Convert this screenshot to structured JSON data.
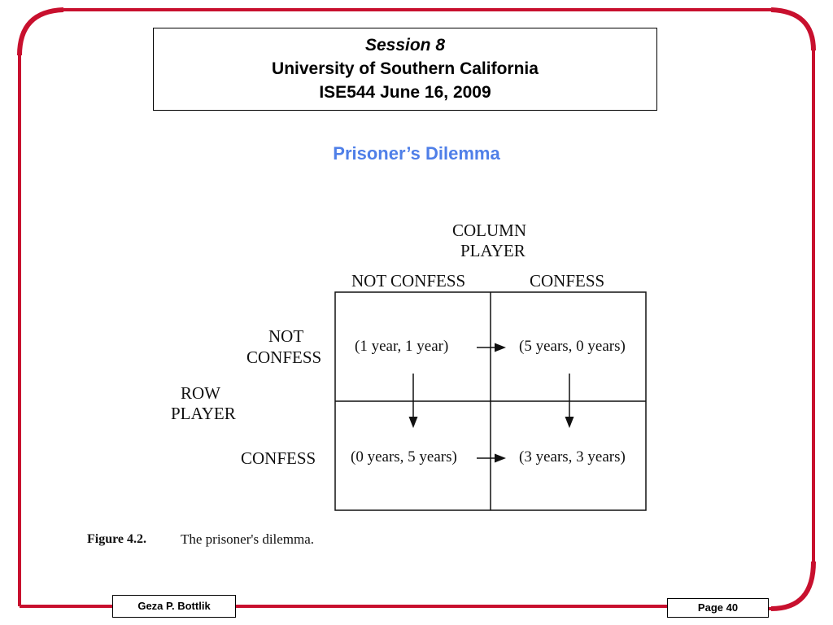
{
  "colors": {
    "frame": "#c8102e",
    "title": "#4f7fe8",
    "text": "#111111"
  },
  "header": {
    "session": "Session 8",
    "university": "University of Southern California",
    "course": "ISE544 June 16, 2009"
  },
  "slide_title": "Prisoner’s Dilemma",
  "matrix": {
    "column_player_line1": "COLUMN",
    "column_player_line2": "PLAYER",
    "col_not_confess": "NOT CONFESS",
    "col_confess": "CONFESS",
    "row_player_line1": "ROW",
    "row_player_line2": "PLAYER",
    "row_not_confess_line1": "NOT",
    "row_not_confess_line2": "CONFESS",
    "row_confess": "CONFESS",
    "cells": {
      "nc_nc": "(1 year, 1 year)",
      "nc_c": "(5 years, 0 years)",
      "c_nc": "(0 years, 5 years)",
      "c_c": "(3 years, 3 years)"
    },
    "arrows": [
      "right-arrow",
      "right-arrow",
      "down-arrow",
      "down-arrow"
    ]
  },
  "caption": {
    "number": "Figure 4.2.",
    "text": "The prisoner's dilemma."
  },
  "footer": {
    "author": "Geza P. Bottlik",
    "page": "Page 40"
  }
}
